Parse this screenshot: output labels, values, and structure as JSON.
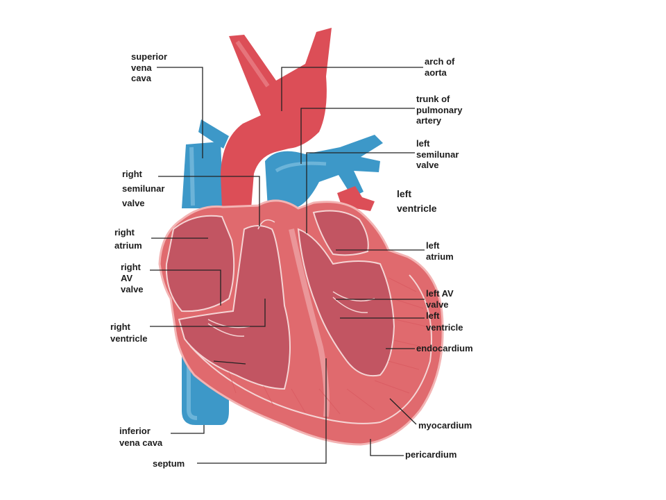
{
  "colors": {
    "vessel_red": "#dc4e57",
    "vessel_blue": "#3d98c8",
    "myocardium": "#e06a6e",
    "chamber_interior": "#c25562",
    "endocardium_line": "#f5d5d5",
    "leader_line": "#222222",
    "label_text": "#1c1c1c"
  },
  "labels": {
    "superior_vena_cava": "superior\nvena\ncava",
    "arch_of_aorta": "arch of\naorta",
    "trunk_pulmonary_artery": "trunk of\npulmonary\nartery",
    "left_semilunar_valve": "left\nsemilunar\nvalve",
    "left_ventricle_top": "left\nventricle",
    "right_semilunar_valve": "right\nsemilunar\nvalve",
    "right_atrium": "right\natrium",
    "left_atrium": "left\natrium",
    "right_av_valve": "right\nAV\nvalve",
    "left_av_valve": "left AV\nvalve",
    "left_ventricle": "left\nventricle",
    "right_ventricle": "right\nventricle",
    "endocardium": "endocardium",
    "myocardium": "myocardium",
    "inferior_vena_cava": "inferior\nvena cava",
    "pericardium": "pericardium",
    "septum": "septum"
  }
}
